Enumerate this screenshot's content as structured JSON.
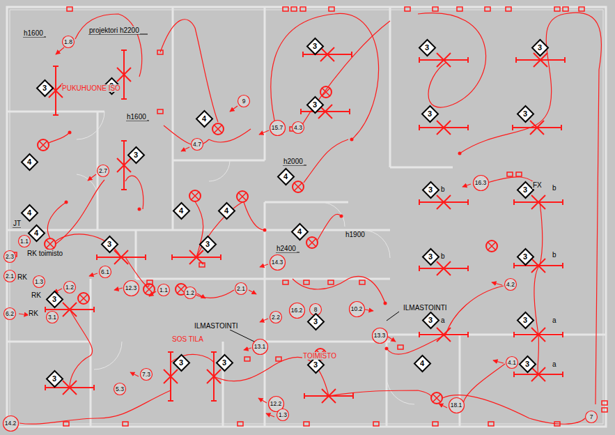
{
  "diagram": {
    "nodes": [
      {
        "text": [
          "1.8"
        ]
      },
      {
        "text": [
          "3"
        ]
      },
      {
        "text": [
          "3"
        ]
      },
      {
        "text": [
          "3"
        ]
      },
      {
        "text": [
          "3"
        ]
      },
      {
        "text": [
          "3"
        ]
      },
      {
        "text": [
          "9"
        ]
      },
      {
        "text": [
          "3"
        ]
      },
      {
        "text": [
          "3"
        ]
      },
      {
        "text": [
          "3"
        ]
      },
      {
        "text": [
          "4"
        ]
      },
      {
        "text": [
          "15.7"
        ]
      },
      {
        "text": [
          "4.3"
        ]
      },
      {
        "text": [
          "4.7"
        ]
      },
      {
        "text": [
          "3"
        ]
      },
      {
        "text": [
          "4"
        ]
      },
      {
        "text": [
          "2.7"
        ]
      },
      {
        "text": [
          "4"
        ]
      },
      {
        "text": [
          "16.3"
        ]
      },
      {
        "text": [
          "3"
        ]
      },
      {
        "text": [
          "3"
        ]
      },
      {
        "text": [
          "4"
        ]
      },
      {
        "text": [
          "4"
        ]
      },
      {
        "text": [
          "4"
        ]
      },
      {
        "text": [
          "4"
        ]
      },
      {
        "text": [
          "4"
        ]
      },
      {
        "text": [
          "1.1"
        ]
      },
      {
        "text": [
          "3"
        ]
      },
      {
        "text": [
          "3"
        ]
      },
      {
        "text": [
          "2.3"
        ]
      },
      {
        "text": [
          "3"
        ]
      },
      {
        "text": [
          "3"
        ]
      },
      {
        "text": [
          "14.3"
        ]
      },
      {
        "text": [
          "6.1"
        ]
      },
      {
        "text": [
          "2.1"
        ]
      },
      {
        "text": [
          "1.3"
        ]
      },
      {
        "text": [
          "4.2"
        ]
      },
      {
        "text": [
          "1.2"
        ]
      },
      {
        "text": [
          "12.3"
        ]
      },
      {
        "text": [
          "1.1"
        ]
      },
      {
        "text": [
          "1.2"
        ]
      },
      {
        "text": [
          "2.1"
        ]
      },
      {
        "text": [
          "3"
        ]
      },
      {
        "text": [
          "8"
        ]
      },
      {
        "text": [
          "16.2"
        ]
      },
      {
        "text": [
          "10.2"
        ]
      },
      {
        "text": [
          "2.2"
        ]
      },
      {
        "text": [
          "6.2"
        ]
      },
      {
        "text": [
          "3.1"
        ]
      },
      {
        "text": [
          "3"
        ]
      },
      {
        "text": [
          "3"
        ]
      },
      {
        "text": [
          "3"
        ]
      },
      {
        "text": [
          "13.3"
        ]
      },
      {
        "text": [
          "13.1"
        ]
      },
      {
        "text": [
          "3"
        ]
      },
      {
        "text": [
          "3"
        ]
      },
      {
        "text": [
          "4"
        ]
      },
      {
        "text": [
          "4.1"
        ]
      },
      {
        "text": [
          "3"
        ]
      },
      {
        "text": [
          "3"
        ]
      },
      {
        "text": [
          "7.3"
        ]
      },
      {
        "text": [
          "3"
        ]
      },
      {
        "text": [
          "5.3"
        ]
      },
      {
        "text": [
          "18.1"
        ]
      },
      {
        "text": [
          "12.2"
        ]
      },
      {
        "text": [
          "1.3"
        ]
      },
      {
        "text": [
          "7"
        ]
      },
      {
        "text": [
          "14.2"
        ]
      }
    ],
    "labels": [
      "h1600",
      "projektori h2200",
      "PUKUHUONE ISO",
      "h1600",
      "h2000",
      "JT",
      "RK toimisto",
      "h2400",
      "h1900",
      "RK",
      "RK",
      "RK",
      "ILMASTOINTI",
      "ILMASTOINTI",
      "SOS TILA",
      "TOIMISTO",
      "FX",
      "b",
      "b",
      "b",
      "b",
      "a",
      "a",
      "a"
    ]
  }
}
